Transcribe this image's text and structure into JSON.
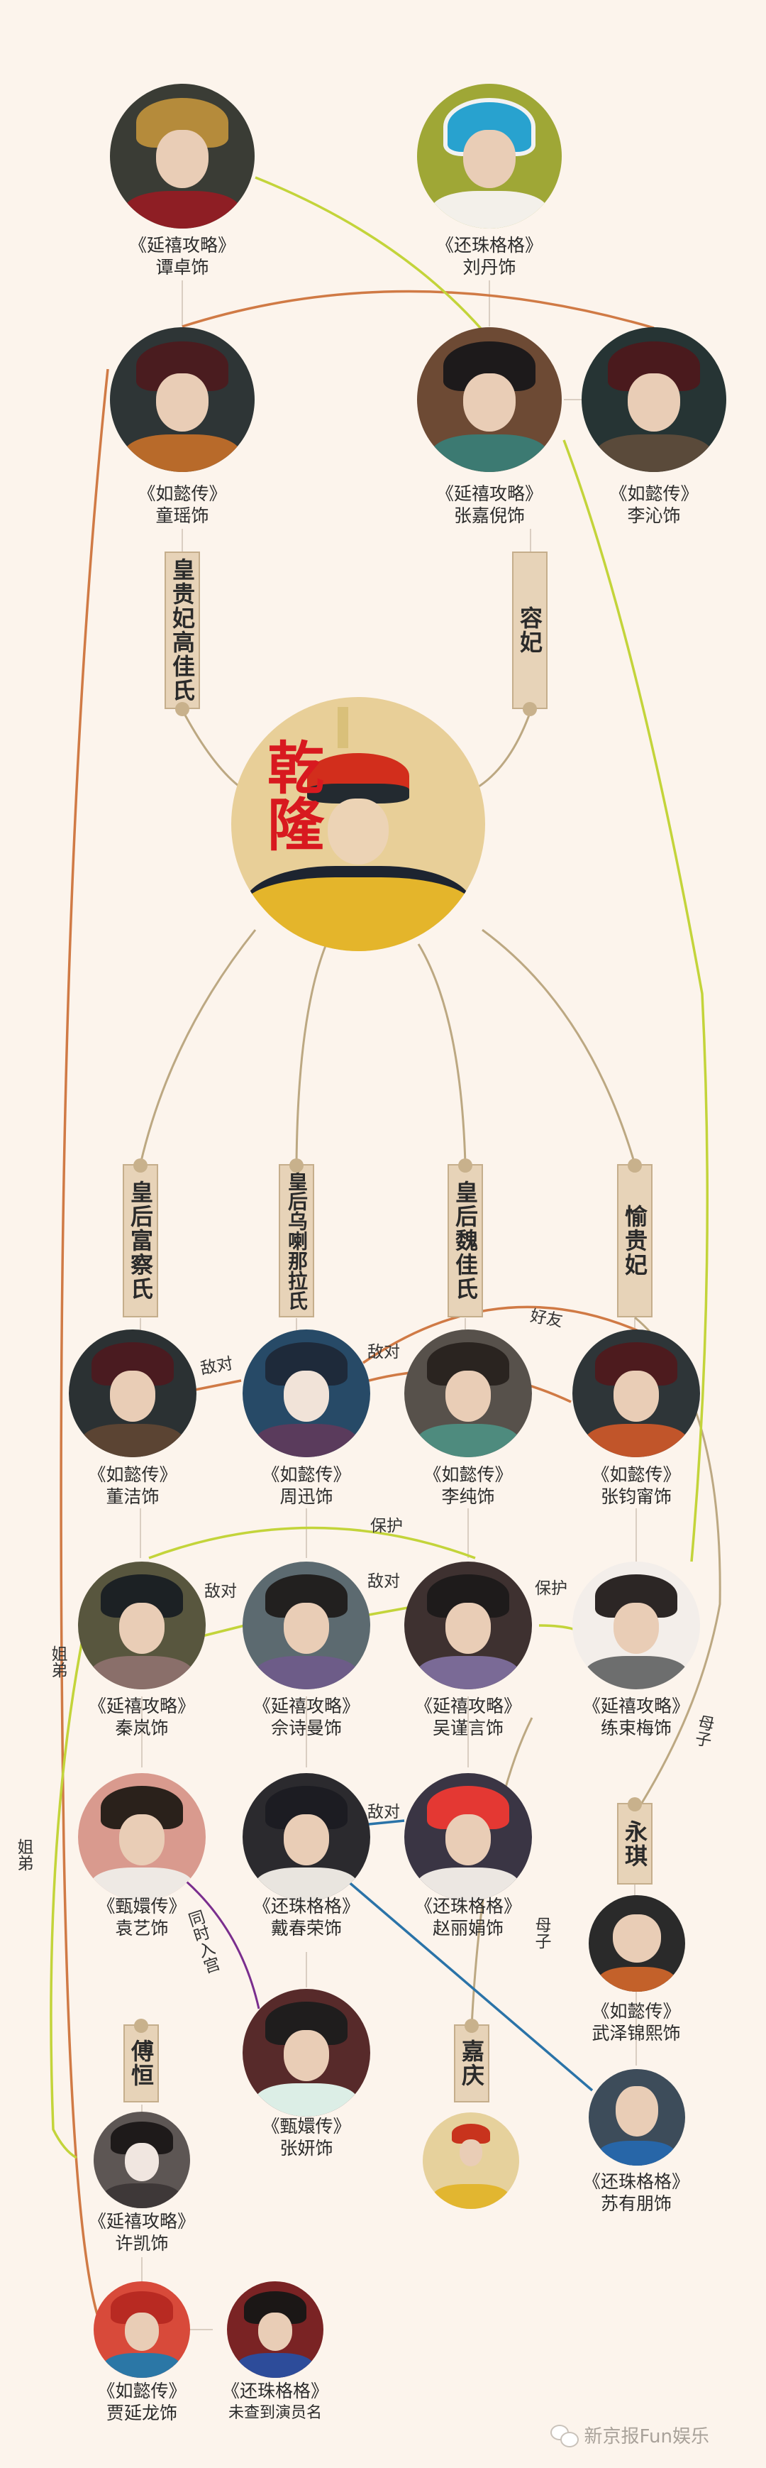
{
  "emperor": {
    "name": "乾隆",
    "name_color": "#d8191f"
  },
  "colors": {
    "background": "#fcf4ec",
    "tag_fill": "#e7d3b8",
    "tag_border": "#c5ae8c",
    "hierarchy_line": "#bca882",
    "enemy_friend_line": "#d07a45",
    "protect_line": "#c3d43a",
    "sibling_line": "#d07a45",
    "enemy_blue_line": "#2a73a8",
    "same_entry_line": "#7a2e8e"
  },
  "tags": [
    {
      "id": "gao",
      "label": "皇贵妃高佳氏"
    },
    {
      "id": "rong",
      "label": "容妃"
    },
    {
      "id": "fucha",
      "label": "皇后富察氏"
    },
    {
      "id": "ulanara",
      "label": "皇后乌喇那拉氏"
    },
    {
      "id": "wei",
      "label": "皇后魏佳氏"
    },
    {
      "id": "yu",
      "label": "愉贵妃"
    },
    {
      "id": "yongqi",
      "label": "永琪"
    },
    {
      "id": "fuheng",
      "label": "傅恒"
    },
    {
      "id": "jiaqing",
      "label": "嘉庆"
    }
  ],
  "portraits": [
    {
      "id": "tanzhuo",
      "show": "《延禧攻略》",
      "actor": "谭卓饰"
    },
    {
      "id": "liudan",
      "show": "《还珠格格》",
      "actor": "刘丹饰"
    },
    {
      "id": "tongyao",
      "show": "《如懿传》",
      "actor": "童瑶饰"
    },
    {
      "id": "zhangjiani",
      "show": "《延禧攻略》",
      "actor": "张嘉倪饰"
    },
    {
      "id": "liqin",
      "show": "《如懿传》",
      "actor": "李沁饰"
    },
    {
      "id": "dongjie",
      "show": "《如懿传》",
      "actor": "董洁饰"
    },
    {
      "id": "zhouxun",
      "show": "《如懿传》",
      "actor": "周迅饰"
    },
    {
      "id": "lichun",
      "show": "《如懿传》",
      "actor": "李纯饰"
    },
    {
      "id": "zhangjunning",
      "show": "《如懿传》",
      "actor": "张钧甯饰"
    },
    {
      "id": "qinlan",
      "show": "《延禧攻略》",
      "actor": "秦岚饰"
    },
    {
      "id": "sheshiman",
      "show": "《延禧攻略》",
      "actor": "佘诗曼饰"
    },
    {
      "id": "wujinyan",
      "show": "《延禧攻略》",
      "actor": "吴谨言饰"
    },
    {
      "id": "lianshumei",
      "show": "《延禧攻略》",
      "actor": "练束梅饰"
    },
    {
      "id": "yuanyi",
      "show": "《甄嬛传》",
      "actor": "袁艺饰"
    },
    {
      "id": "daichunrong",
      "show": "《还珠格格》",
      "actor": "戴春荣饰"
    },
    {
      "id": "zhaolijuan",
      "show": "《还珠格格》",
      "actor": "赵丽娟饰"
    },
    {
      "id": "wuzejinxi",
      "show": "《如懿传》",
      "actor": "武泽锦熙饰"
    },
    {
      "id": "zhangyan",
      "show": "《甄嬛传》",
      "actor": "张妍饰"
    },
    {
      "id": "suyoupeng",
      "show": "《还珠格格》",
      "actor": "苏有朋饰"
    },
    {
      "id": "xukai",
      "show": "《延禧攻略》",
      "actor": "许凯饰"
    },
    {
      "id": "jiayanlong",
      "show": "《如懿传》",
      "actor": "贾延龙饰"
    },
    {
      "id": "unknown",
      "show": "《还珠格格》",
      "actor": "未查到演员名"
    }
  ],
  "relations": {
    "enemy": "敌对",
    "friend": "好友",
    "protect": "保护",
    "siblings": "姐弟",
    "mother_son": "母子",
    "same_entry": "同时入宫"
  },
  "watermark": "新京报Fun娱乐"
}
